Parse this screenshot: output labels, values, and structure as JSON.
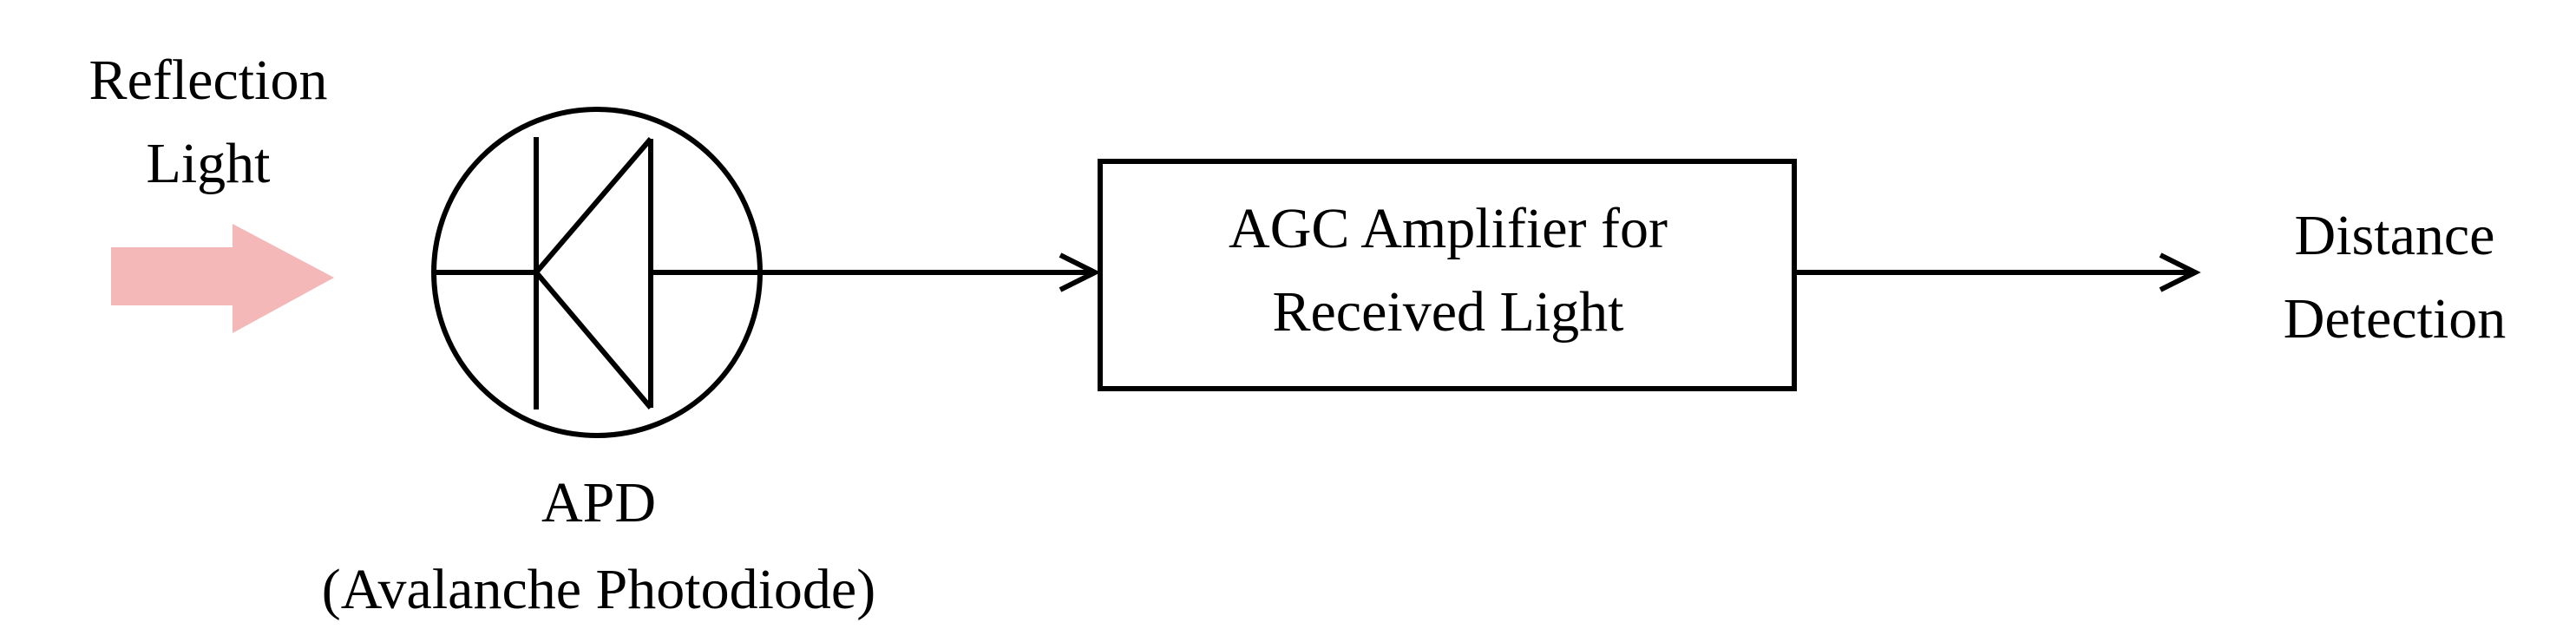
{
  "input": {
    "line1": "Reflection",
    "line2": "Light",
    "arrow_color": "#f4b8b8"
  },
  "detector": {
    "line1": "APD",
    "line2": "(Avalanche Photodiode)"
  },
  "amplifier": {
    "line1": "AGC Amplifier for",
    "line2": "Received Light"
  },
  "output": {
    "line1": "Distance",
    "line2": "Detection"
  },
  "line_color": "#000000"
}
